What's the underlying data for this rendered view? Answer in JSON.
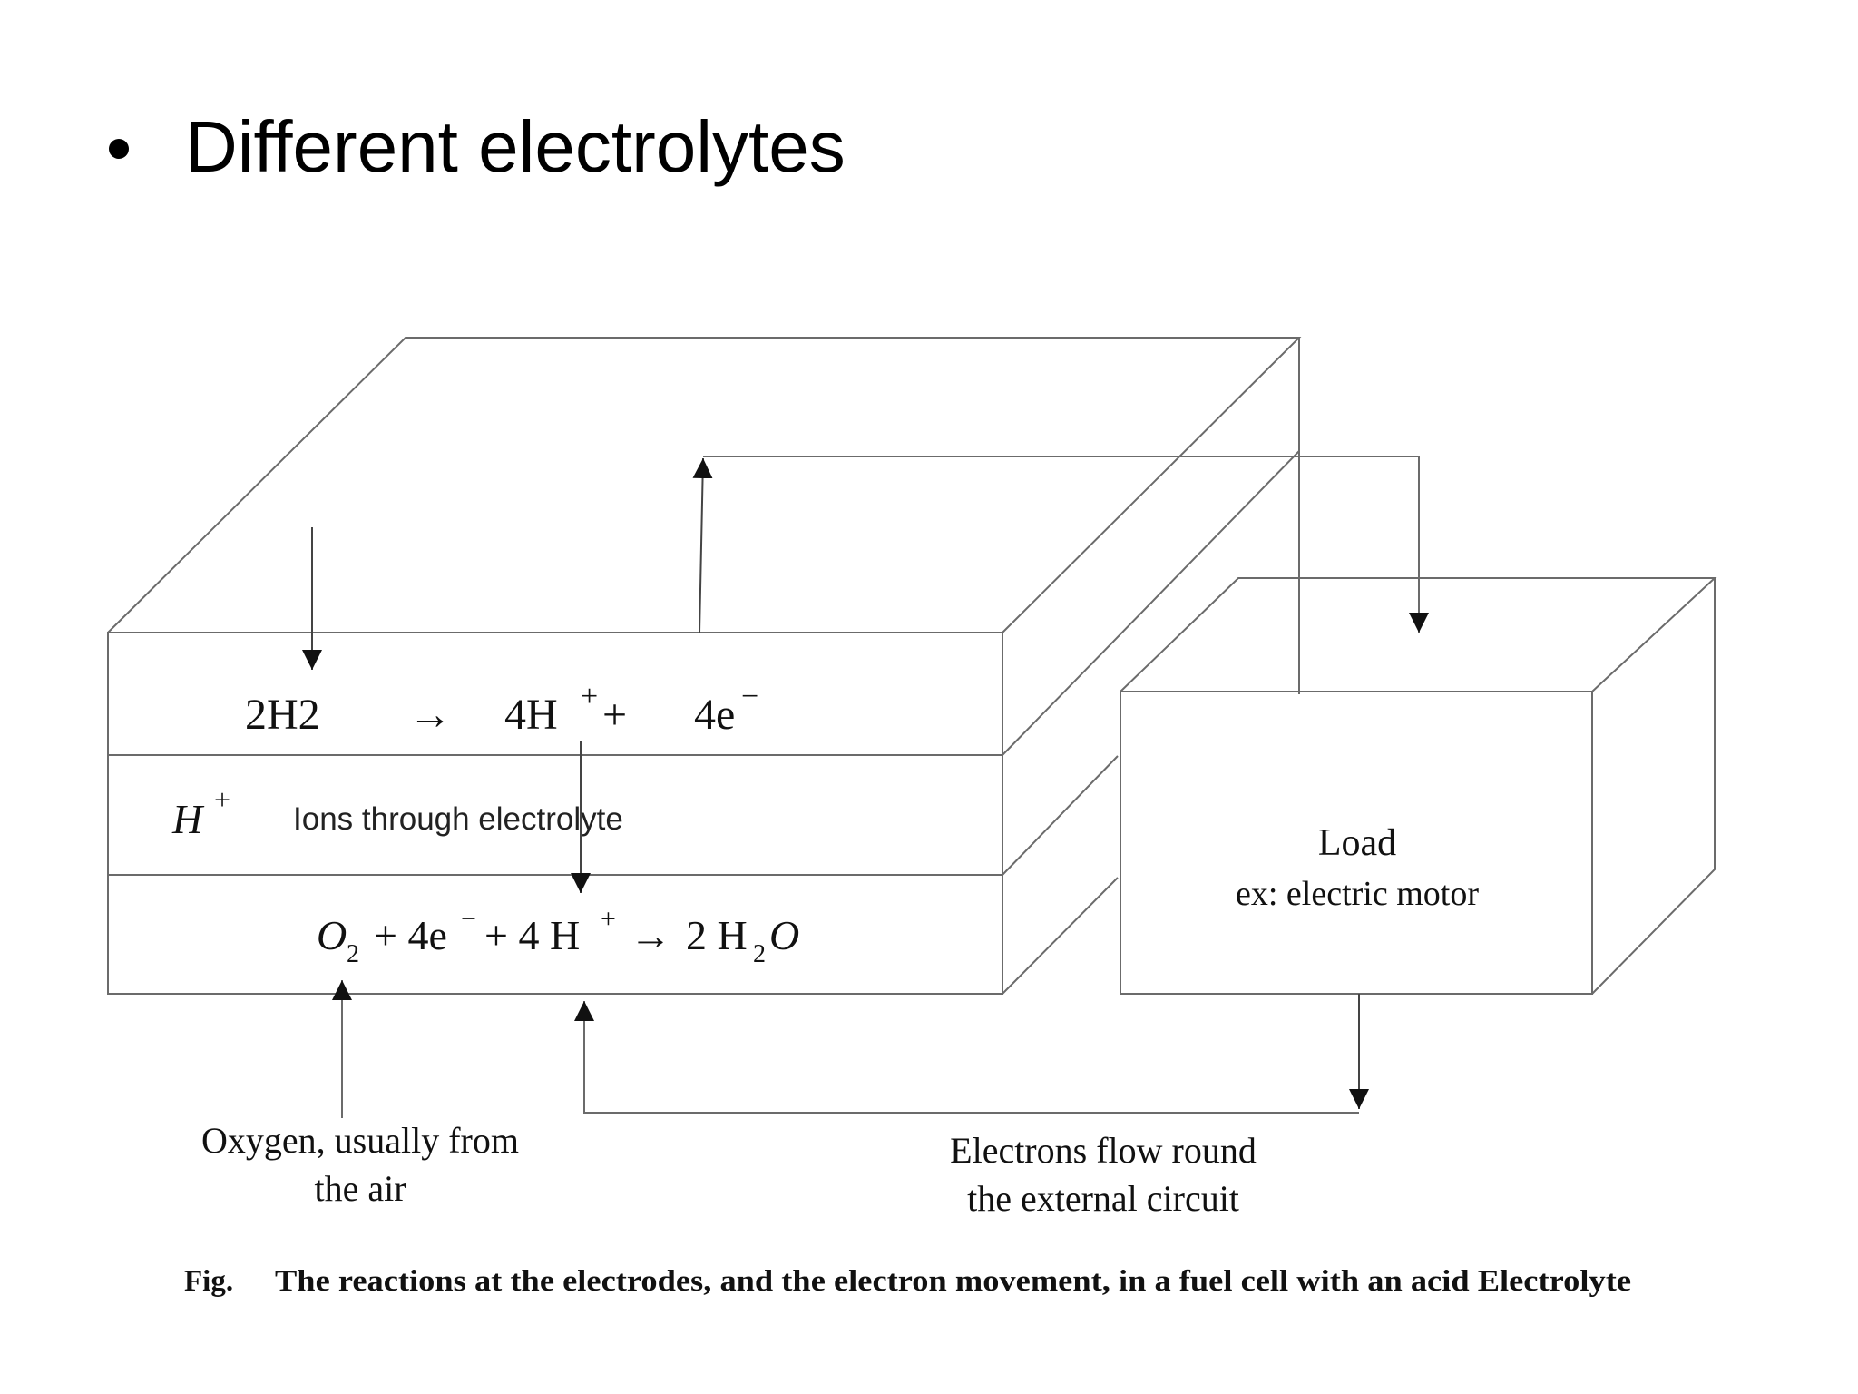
{
  "slide": {
    "bullet_text": "Different electrolytes"
  },
  "diagram": {
    "anode_reaction": {
      "reactant": "2H2",
      "arrow": "→",
      "product_ion": "4H",
      "product_ion_charge": "+",
      "plus": "+",
      "electrons": "4e",
      "electron_charge": "−"
    },
    "electrolyte_layer": {
      "ion": "H",
      "ion_charge": "+",
      "label": "Ions through electrolyte"
    },
    "cathode_reaction": {
      "o2": "O",
      "o2_sub": "2",
      "plus1": "+ 4e",
      "e_charge": "−",
      "plus2": "+ 4 H",
      "h_charge": "+",
      "arrow": "→",
      "water_coef": "2 H",
      "water_sub": "2",
      "water_o": "O"
    },
    "load": {
      "title": "Load",
      "subtitle": "ex: electric motor"
    },
    "oxygen_label": {
      "line1": "Oxygen, usually from",
      "line2": "the air"
    },
    "electrons_label": {
      "line1": "Electrons flow round",
      "line2": "the external circuit"
    },
    "caption": {
      "prefix": "Fig.",
      "text": "The reactions at the electrodes, and the electron movement, in a fuel cell with an acid Electrolyte"
    }
  },
  "colors": {
    "line": "#6b6b6b",
    "arrow": "#111111",
    "text": "#111111"
  }
}
